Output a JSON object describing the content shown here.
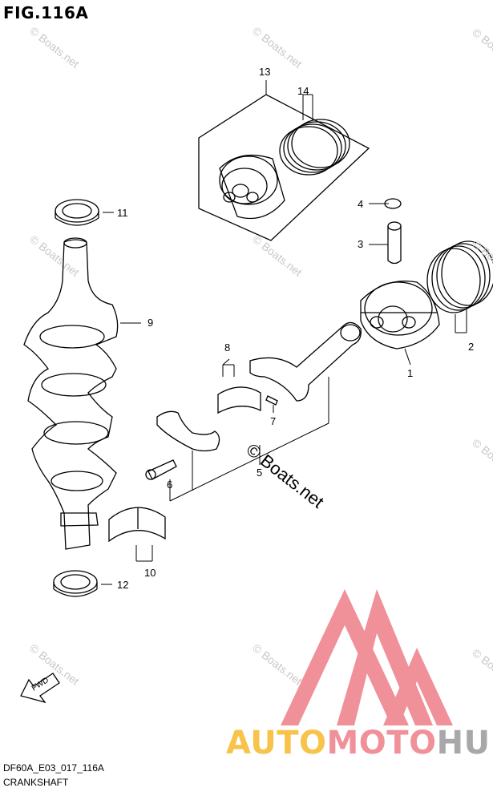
{
  "figure": {
    "title": "FIG.116A",
    "code": "DF60A_E03_017_116A",
    "subtitle": "CRANKSHAFT"
  },
  "watermark": {
    "text": "© Boats.net"
  },
  "brand": {
    "part1": "AUTO",
    "part2": "MOTO",
    "part3": "HUB"
  },
  "callouts": [
    "1",
    "2",
    "3",
    "4",
    "5",
    "6",
    "7",
    "8",
    "9",
    "10",
    "11",
    "12",
    "13",
    "14"
  ],
  "fwd_label": "FWD",
  "colors": {
    "line": "#000000",
    "logo_red": "#f0919a",
    "logo_yellow": "#f7c34a",
    "logo_gray": "#a8a8a8"
  }
}
